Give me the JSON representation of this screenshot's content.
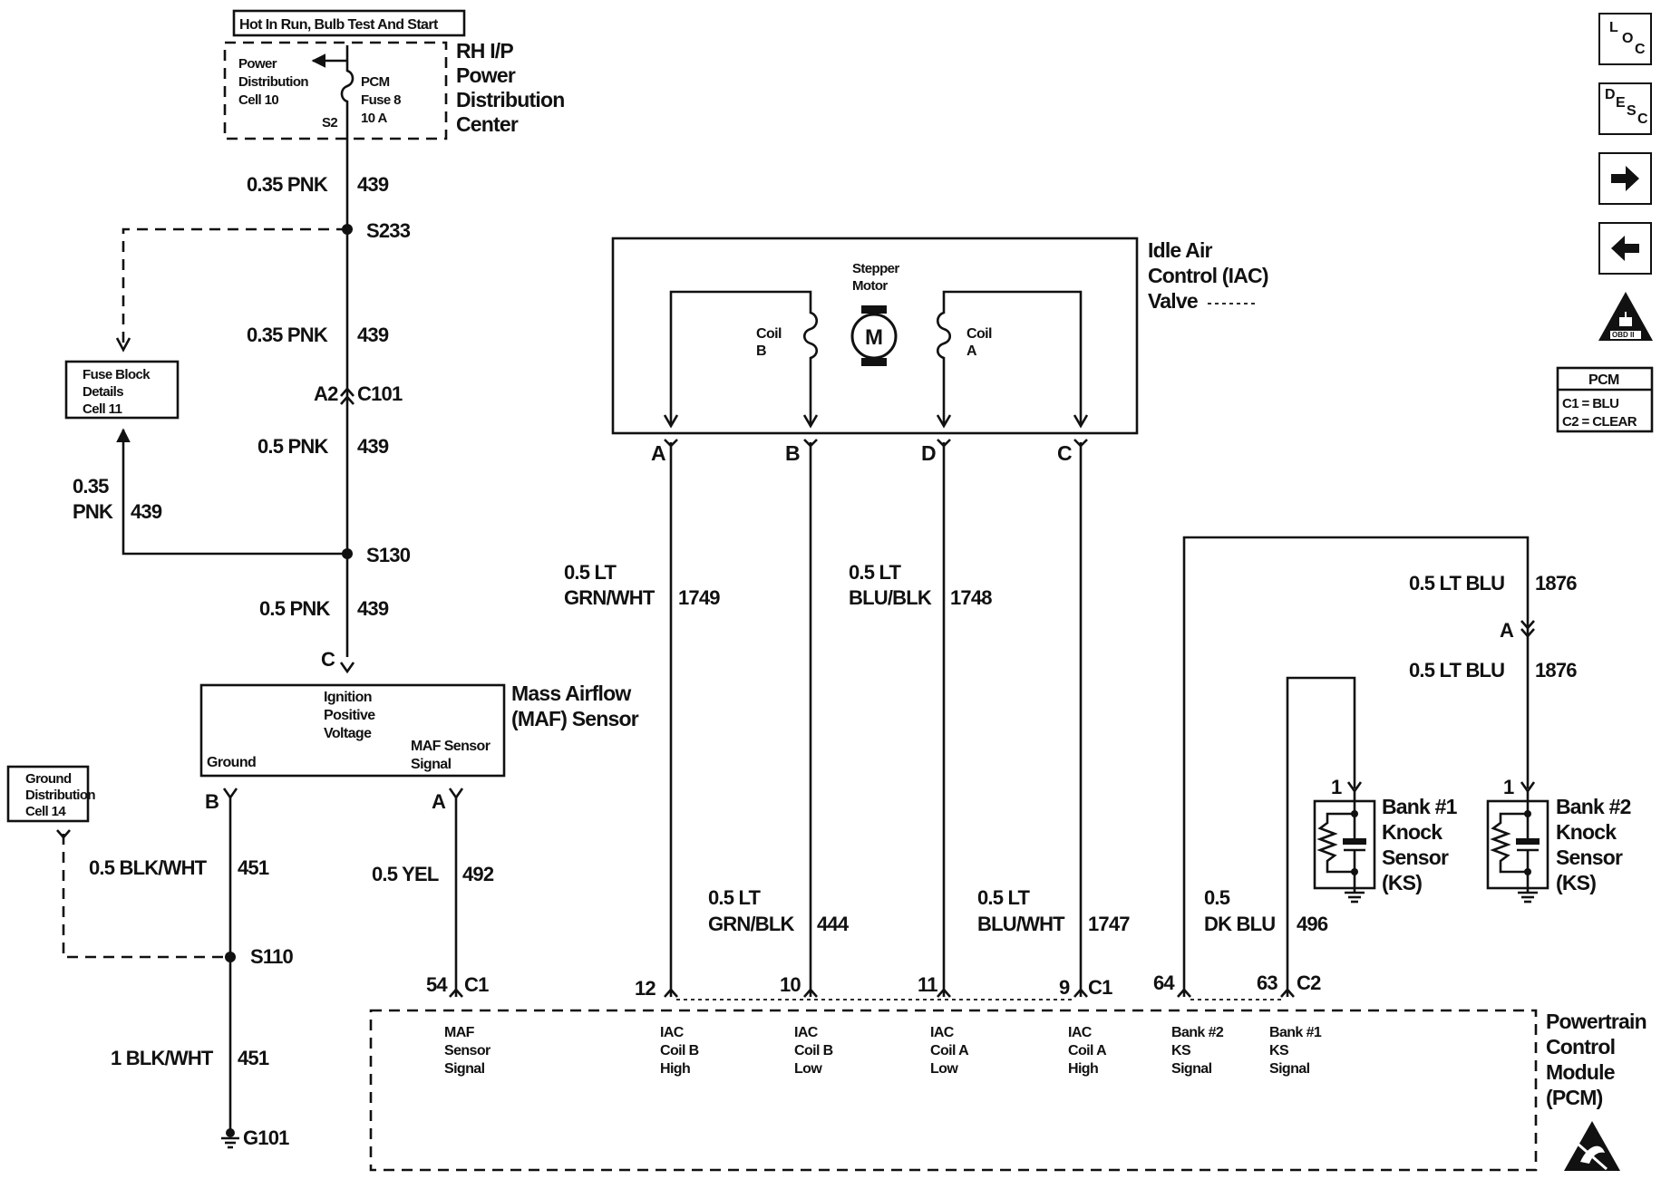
{
  "hot_bar": "Hot In Run, Bulb Test And Start",
  "power_center": {
    "label_lines": [
      "RH I/P",
      "Power",
      "Distribution",
      "Center"
    ],
    "pdc_lines": [
      "Power",
      "Distribution",
      "Cell 10"
    ],
    "fuse_lines": [
      "PCM",
      "Fuse 8",
      "10 A"
    ],
    "splice": "S2"
  },
  "fuse_block": [
    "Fuse Block",
    "Details",
    "Cell 11"
  ],
  "ground_dist": [
    "Ground",
    "Distribution",
    "Cell 14"
  ],
  "wires": {
    "w1": "0.35 PNK",
    "n1": "439",
    "w2": "0.35 PNK",
    "n2": "439",
    "w3": "0.5 PNK",
    "n3": "439",
    "w4a": "0.35",
    "w4b": "PNK",
    "n4": "439",
    "w5": "0.5 PNK",
    "n5": "439",
    "blk1": "0.5 BLK/WHT",
    "nblk1": "451",
    "blk2": "1 BLK/WHT",
    "nblk2": "451",
    "yel": "0.5 YEL",
    "nyel": "492",
    "w1749a": "0.5 LT",
    "w1749b": "GRN/WHT",
    "n1749": "1749",
    "w1748a": "0.5 LT",
    "w1748b": "BLU/BLK",
    "n1748": "1748",
    "w444a": "0.5 LT",
    "w444b": "GRN/BLK",
    "n444": "444",
    "w1747a": "0.5 LT",
    "w1747b": "BLU/WHT",
    "n1747": "1747",
    "w1876": "0.5 LT BLU",
    "n1876": "1876",
    "w1876b": "0.5 LT BLU",
    "n1876b": "1876",
    "w496a": "0.5",
    "w496b": "DK BLU",
    "n496": "496"
  },
  "splices": {
    "s233": "S233",
    "s130": "S130",
    "s110": "S110",
    "g101": "G101"
  },
  "connector_c101": {
    "left": "A2",
    "right": "C101"
  },
  "maf": {
    "name_lines": [
      "Mass Airflow",
      "(MAF) Sensor"
    ],
    "ign_lines": [
      "Ignition",
      "Positive",
      "Voltage"
    ],
    "ground": "Ground",
    "signal_lines": [
      "MAF Sensor",
      "Signal"
    ],
    "pin_c": "C",
    "pin_b": "B",
    "pin_a": "A"
  },
  "iac": {
    "name_lines": [
      "Idle Air",
      "Control (IAC)",
      "Valve"
    ],
    "motor_lines": [
      "Stepper",
      "Motor"
    ],
    "motor_symbol": "M",
    "coil_b": [
      "Coil",
      "B"
    ],
    "coil_a": [
      "Coil",
      "A"
    ],
    "pins": [
      "A",
      "B",
      "D",
      "C"
    ]
  },
  "knock": {
    "bank1": [
      "Bank #1",
      "Knock",
      "Sensor",
      "(KS)"
    ],
    "bank2": [
      "Bank #2",
      "Knock",
      "Sensor",
      "(KS)"
    ],
    "pin1": "1",
    "pin2": "1",
    "inline_a": "A"
  },
  "pcm": {
    "name_lines": [
      "Powertrain",
      "Control",
      "Module",
      "(PCM)"
    ],
    "pins": [
      {
        "num": "54",
        "conn": "C1",
        "label": [
          "MAF",
          "Sensor",
          "Signal"
        ]
      },
      {
        "num": "12",
        "conn": "",
        "label": [
          "IAC",
          "Coil B",
          "High"
        ]
      },
      {
        "num": "10",
        "conn": "",
        "label": [
          "IAC",
          "Coil B",
          "Low"
        ]
      },
      {
        "num": "11",
        "conn": "",
        "label": [
          "IAC",
          "Coil A",
          "Low"
        ]
      },
      {
        "num": "9",
        "conn": "C1",
        "label": [
          "IAC",
          "Coil A",
          "High"
        ]
      },
      {
        "num": "64",
        "conn": "",
        "label": [
          "Bank #2",
          "KS",
          "Signal"
        ]
      },
      {
        "num": "63",
        "conn": "C2",
        "label": [
          "Bank #1",
          "KS",
          "Signal"
        ]
      }
    ]
  },
  "legend": {
    "title": "PCM",
    "c1": "C1 = BLU",
    "c2": "C2 = CLEAR"
  },
  "nav": {
    "loc": [
      "L",
      "O",
      "C"
    ],
    "desc": [
      "D",
      "E",
      "S",
      "C"
    ],
    "obd": "OBD II",
    "next_icon": "arrow-right-icon",
    "prev_icon": "arrow-left-icon"
  }
}
